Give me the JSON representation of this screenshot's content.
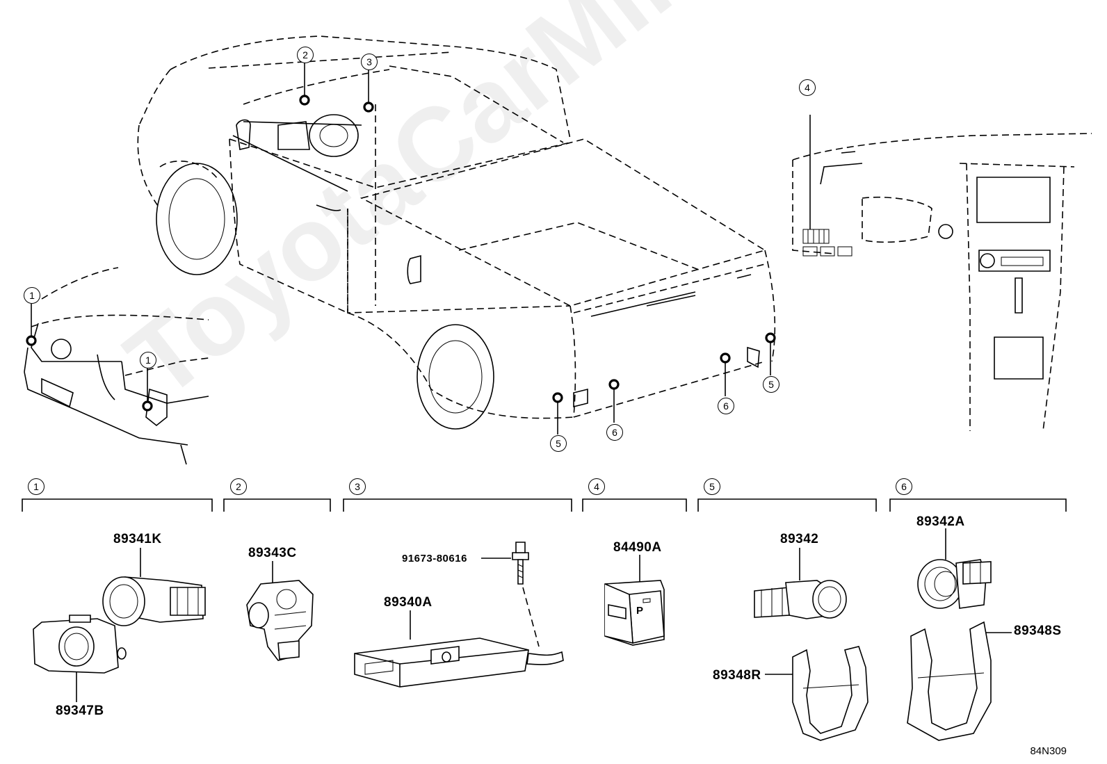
{
  "watermark": "ToyotaCarMine.ru",
  "diagram_code": "84N309",
  "callout_numbers": [
    "1",
    "2",
    "3",
    "4",
    "5",
    "6"
  ],
  "groups": [
    {
      "number": "1",
      "parts": [
        "89341K",
        "89347B"
      ]
    },
    {
      "number": "2",
      "parts": [
        "89343C"
      ]
    },
    {
      "number": "3",
      "parts": [
        "91673-80616",
        "89340A"
      ]
    },
    {
      "number": "4",
      "parts": [
        "84490A"
      ]
    },
    {
      "number": "5",
      "parts": [
        "89342",
        "89348R"
      ]
    },
    {
      "number": "6",
      "parts": [
        "89342A",
        "89348S"
      ]
    }
  ],
  "parts": {
    "p89341K": "89341K",
    "p89347B": "89347B",
    "p89343C": "89343C",
    "p91673": "91673-80616",
    "p89340A": "89340A",
    "p84490A": "84490A",
    "p89342": "89342",
    "p89348R": "89348R",
    "p89342A": "89342A",
    "p89348S": "89348S"
  },
  "switch_symbol": "P"
}
